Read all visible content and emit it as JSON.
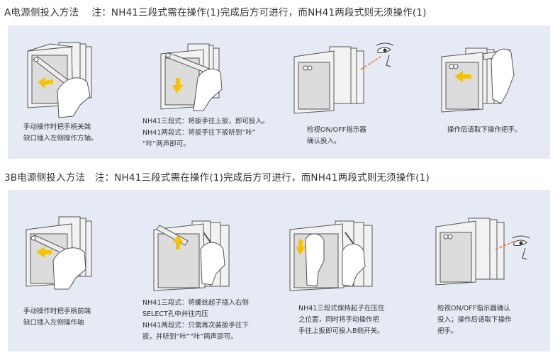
{
  "section_a": {
    "title": "A电源侧投入方法　 注：NH41三段式需在操作(1)完成后方可进行，而NH41两段式则无须操作(1)",
    "steps": [
      {
        "lines": [
          "手动操作时把手柄关端",
          "缺口插入左侧操作方轴。"
        ]
      },
      {
        "lines": [
          "NH41三段式：将扳手往上扳，即可投入。",
          "NH41两段式：将扳手往下扳听到“咔”",
          "“咔”两声即可。"
        ]
      },
      {
        "lines": [
          "检视ON/OFF指示器",
          "确认投入。"
        ]
      },
      {
        "lines": [
          "操作后请取下操作把手。"
        ]
      }
    ]
  },
  "section_b": {
    "title": "3B电源侧投入方法　注：NH41三段式需在操作(1)完成后方可进行，而NH41两段式则无须操作(1)",
    "steps": [
      {
        "lines": [
          "手动操作时把手柄前端",
          "缺口插入左侧操作轴"
        ]
      },
      {
        "lines": [
          "NH41三段式：将螺丝起子插入右侧",
          "SELECT孔中并往内压",
          "NH41两段式：只需再次装扳手往下",
          "扳，并听到“咔”“咔”两声即可。"
        ]
      },
      {
        "lines": [
          "NH41三段式保持起子在压住",
          "之位置，同时将手动操作把",
          "手往上扳即可投入B侧开关。"
        ]
      },
      {
        "lines": [
          "检视ON/OFF指示器确认",
          "投入；操作后请取下操作",
          "把手。"
        ]
      }
    ]
  },
  "colors": {
    "panel": "#e6eaf5",
    "arrow": "#f5c400",
    "eye_line": "#e07020"
  }
}
